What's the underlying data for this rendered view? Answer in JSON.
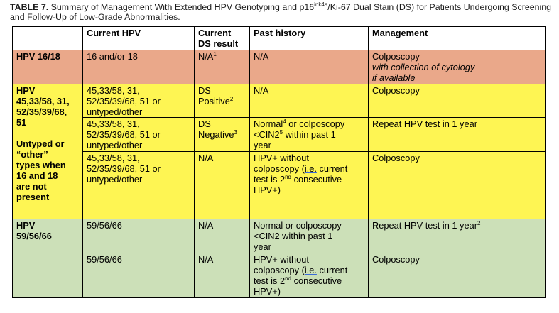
{
  "caption": {
    "label": "TABLE 7.",
    "text_pre": "Summary of Management With Extended HPV Genotyping and p16",
    "sup": "ink4a",
    "text_post": "/Ki-67 Dual Stain (DS) for Patients Undergoing Screening and Follow-Up of Low-Grade Abnormalities."
  },
  "headers": {
    "col1": "",
    "col2": "Current HPV",
    "col3a": "Current",
    "col3b": "DS result",
    "col4": "Past history",
    "col5": "Management"
  },
  "row_hpv1618": {
    "group": "HPV 16/18",
    "current_hpv": "16 and/or 18",
    "ds": "N/A",
    "ds_sup": "1",
    "history": "N/A",
    "mgmt_1": "Colposcopy",
    "mgmt_2": "with collection of cytology",
    "mgmt_3": "if available"
  },
  "group_yellow": {
    "line1": "HPV",
    "line2": "45,33/58, 31,",
    "line3": "52/35/39/68,",
    "line4": "51",
    "line5": "Untyped or",
    "line6": "“other”",
    "line7": "types when",
    "line8": "16 and 18",
    "line9": "are not",
    "line10": "present"
  },
  "rows_yellow": [
    {
      "hpv_1": "45,33/58, 31,",
      "hpv_2": "52/35/39/68, 51 or",
      "hpv_3": "untyped/other",
      "ds_1": "DS",
      "ds_2": "Positive",
      "ds_sup": "2",
      "history": "N/A",
      "mgmt": "Colposcopy"
    },
    {
      "hpv_1": "45,33/58, 31,",
      "hpv_2": "52/35/39/68, 51 or",
      "hpv_3": "untyped/other",
      "ds_1": "DS",
      "ds_2": "Negative",
      "ds_sup": "3",
      "hist_1": "Normal",
      "hist_1_sup": "4",
      "hist_1b": " or colposcopy",
      "hist_2": "<CIN2",
      "hist_2_sup": "5",
      "hist_2b": " within past 1",
      "hist_3": "year",
      "mgmt": "Repeat HPV test in 1 year"
    },
    {
      "hpv_1": "45,33/58, 31,",
      "hpv_2": "52/35/39/68, 51 or",
      "hpv_3": "untyped/other",
      "ds": "N/A",
      "hist_1": "HPV+ without",
      "hist_2a": "colposcopy (",
      "hist_2u": "i.e.",
      "hist_2b": " current",
      "hist_3a": "test is 2",
      "hist_3sup": "nd",
      "hist_3b": " consecutive",
      "hist_4": "HPV+)",
      "mgmt": "Colposcopy"
    }
  ],
  "group_green": {
    "line1": "HPV",
    "line2": "59/56/66"
  },
  "rows_green": [
    {
      "hpv": "59/56/66",
      "ds": "N/A",
      "hist_1": "Normal or colposcopy",
      "hist_2": "<CIN2 within past 1",
      "hist_3": "year",
      "mgmt": "Repeat HPV test in 1 year",
      "mgmt_sup": "2"
    },
    {
      "hpv": "59/56/66",
      "ds": "N/A",
      "hist_1": "HPV+ without",
      "hist_2a": "colposcopy (",
      "hist_2u": "i.e.",
      "hist_2b": " current",
      "hist_3a": "test is 2",
      "hist_3sup": "nd",
      "hist_3b": " consecutive",
      "hist_4": "HPV+)",
      "mgmt": "Colposcopy"
    }
  ],
  "colors": {
    "peach": "#eaa88a",
    "yellow": "#fef553",
    "green": "#cce0b8"
  }
}
